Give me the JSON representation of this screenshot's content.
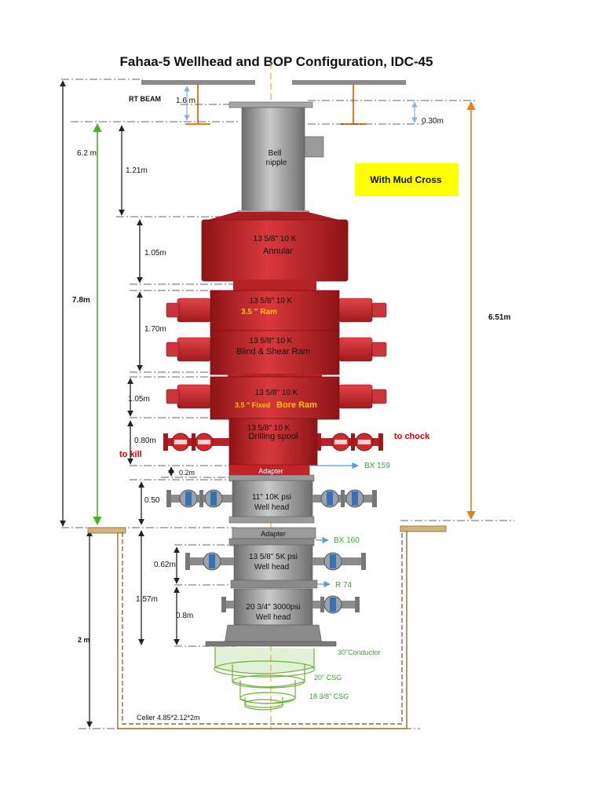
{
  "title": "Fahaa-5  Wellhead and BOP Configuration, IDC-45",
  "note": "With Mud Cross",
  "colors": {
    "bop_red": "#c8262b",
    "bop_dark": "#8e1316",
    "steel": "#8c8c8c",
    "steel_light": "#bdbdbd",
    "note_yellow": "#ffff00",
    "dim_green": "#4caf26",
    "dim_orange": "#f07a1a",
    "label_red": "#e00000",
    "label_green": "#3aa037",
    "label_orange": "#ffc000",
    "arrow_blue": "#5b9bd5"
  },
  "labels": {
    "rt_beam": "RT BEAM",
    "bell_nipple_1": "Bell",
    "bell_nipple_2": "nipple",
    "annular_size": "13 5/8\"  10 K",
    "annular_name": "Annular",
    "ram_size": "13 5/8\"  10 K",
    "ram_name": "3.5 \" Ram",
    "blind_size": "13 5/8\"  10 K",
    "blind_name": "Blind & Shear Ram",
    "fixed_size": "13 5/8\"  10 K",
    "fixed_name_a": "3.5 \" Fixed",
    "fixed_name_b": "Bore Ram",
    "spool_size": "13 5/8\"  10 K",
    "spool_name": "Drilling spool",
    "to_chock": "to  chock",
    "to_kill": "to  kill",
    "adapter_1": "Adapter",
    "bx159": "BX 159",
    "wh11_size": "11\" 10K psi",
    "wh11_name": "Well head",
    "adapter_2": "Adapter",
    "bx160": "BX 160",
    "wh135_size": "13 5/8\" 5K psi",
    "wh135_name": "Well head",
    "r74": "R 74",
    "wh20_size": "20 3/4\" 3000psi",
    "wh20_name": "Well head",
    "conductor": "30\"Conductor",
    "csg20": "20\"  CSG",
    "csg1838": "18 3/8\" CSG",
    "cellar": "Celler 4.85*2.12*2m"
  },
  "dimensions": {
    "d_1_6": "1.6 m",
    "d_0_30": "0.30m",
    "d_6_2": "6.2 m",
    "d_1_21": "1.21m",
    "d_7_8": "7.8m",
    "d_6_51": "6.51m",
    "d_1_05a": "1.05m",
    "d_1_70": "1.70m",
    "d_1_05b": "1.05m",
    "d_0_80": "0.80m",
    "d_0_2": "0.2m",
    "d_0_50": "0.50",
    "d_0_62": "0.62m",
    "d_1_57": "1.57m",
    "d_0_8": "0.8m",
    "d_2": "2 m"
  }
}
